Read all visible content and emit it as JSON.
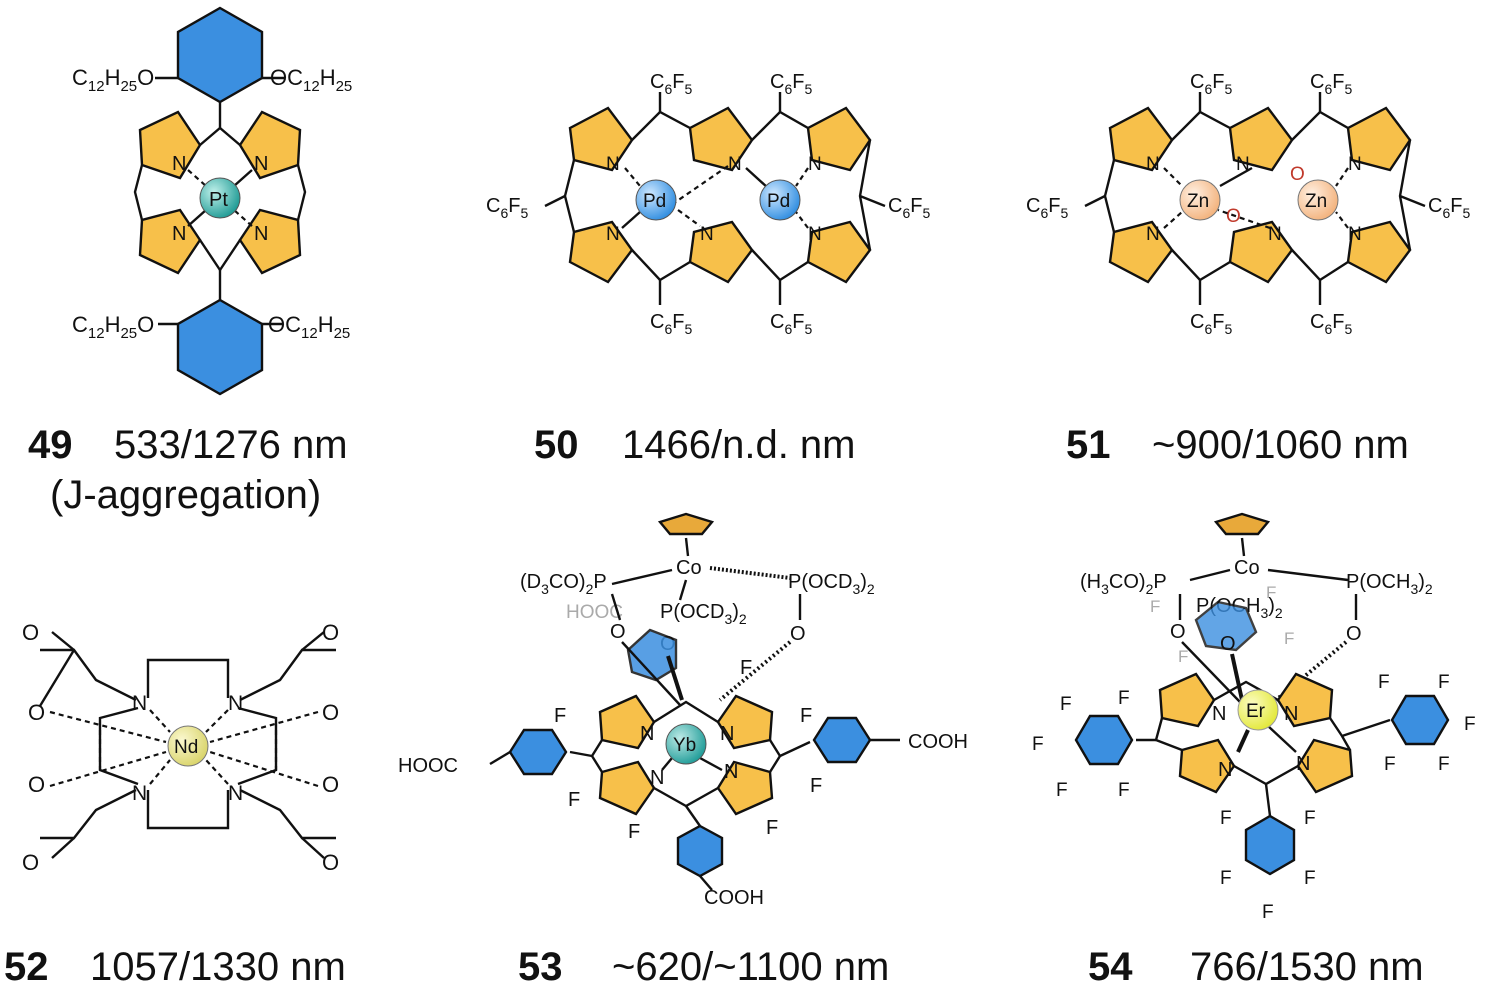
{
  "compounds": [
    {
      "number": "49",
      "wavelengths": "533/1276 nm",
      "note": "(J-aggregation)",
      "metal": "Pt",
      "metal_color": "#1e9a94",
      "substituents": [
        "C12H25O",
        "OC12H25",
        "C12H25O",
        "OC12H25"
      ]
    },
    {
      "number": "50",
      "wavelengths": "1466/n.d.  nm",
      "metal": "Pd",
      "metal_color": "#2f8de0",
      "substituent": "C6F5"
    },
    {
      "number": "51",
      "wavelengths": "~900/1060  nm",
      "metal": "Zn",
      "metal_color": "#f3b27c",
      "substituent": "C6F5"
    },
    {
      "number": "52",
      "wavelengths": "1057/1330  nm",
      "metal": "Nd",
      "metal_color": "#d9d46a"
    },
    {
      "number": "53",
      "wavelengths": "~620/~1100  nm",
      "metal": "Yb",
      "metal_color": "#1f9c98",
      "ligand_labels": [
        "(D3CO)2P",
        "Co",
        "P(OCD3)2",
        "P(OCD3)2",
        "HOOC",
        "COOH",
        "HOOC",
        "COOH"
      ]
    },
    {
      "number": "54",
      "wavelengths": "766/1530  nm",
      "metal": "Er",
      "metal_color": "#e3e838",
      "ligand_labels": [
        "(H3CO)2P",
        "Co",
        "P(OCH3)2",
        "P(OCH3)2"
      ]
    }
  ],
  "atoms": {
    "nitrogen": "N",
    "oxygen": "O",
    "fluorine": "F"
  }
}
